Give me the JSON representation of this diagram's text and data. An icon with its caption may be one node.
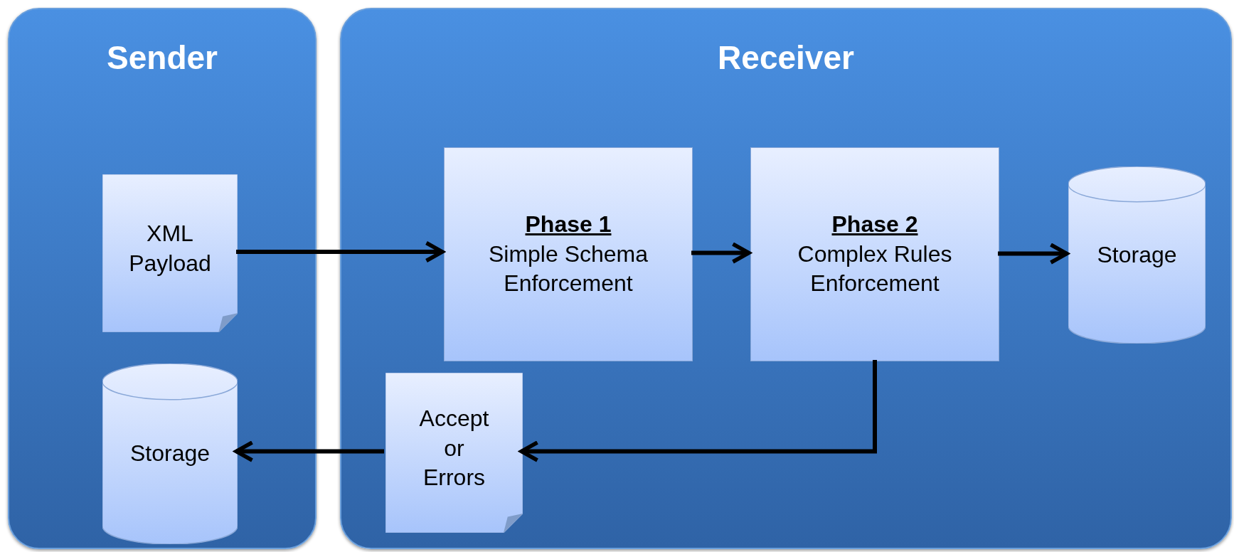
{
  "diagram": {
    "nodes": [
      {
        "text": [
          "Sender"
        ]
      },
      {
        "text": [
          "XML Payload"
        ],
        "in": 0
      },
      {
        "text": [
          "Storage"
        ],
        "in": 0
      },
      {
        "text": [
          "Receiver"
        ]
      },
      {
        "text": [
          "Phase 1",
          "Simple Schema Enforcement"
        ],
        "in": 3
      },
      {
        "text": [
          "Phase 2",
          "Complex Rules Enforcement"
        ],
        "in": 3
      },
      {
        "text": [
          "Storage"
        ],
        "in": 3
      },
      {
        "text": [
          "Accept or Errors"
        ],
        "in": 3
      }
    ],
    "edges": [
      {
        "from": 1,
        "to": 4,
        "arrow": "to"
      },
      {
        "from": 4,
        "to": 5,
        "arrow": "to"
      },
      {
        "from": 5,
        "to": 6,
        "arrow": "to"
      },
      {
        "from": 5,
        "to": 7,
        "arrow": "to"
      },
      {
        "from": 7,
        "to": 2,
        "arrow": "to"
      }
    ]
  }
}
